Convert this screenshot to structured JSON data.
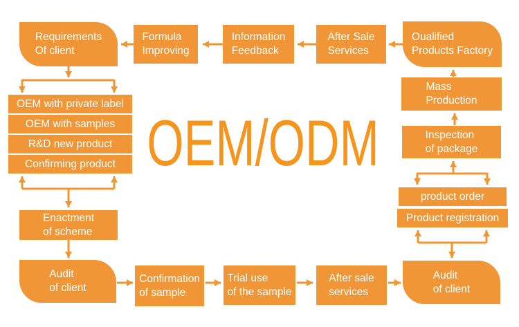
{
  "title": {
    "text": "OEM/ODM"
  },
  "colors": {
    "box_fill": "#F09637",
    "arrow": "#F0952F",
    "title_text": "#F5951E",
    "box_text": "#FFFFFF",
    "background": "#FFFFFF"
  },
  "nodes": {
    "requirements_of_client": {
      "line1": "Requirements",
      "line2": "Of client"
    },
    "formula_improving": {
      "line1": "Formula",
      "line2": "Improving"
    },
    "information_feedback": {
      "line1": "Information",
      "line2": "Feedback"
    },
    "after_sale_services_top": {
      "line1": "After Sale",
      "line2": "Services"
    },
    "oualified_products_factory": {
      "line1": "Oualified",
      "line2": "Products Factory"
    },
    "oem_options": [
      "OEM with private label",
      "OEM with samples",
      "R&D new product",
      "Confirming product"
    ],
    "enactment_of_scheme": {
      "line1": "Enactment",
      "line2": "of scheme"
    },
    "audit_of_client_left": {
      "line1": "Audit",
      "line2": "of client"
    },
    "confirmation_of_sample": {
      "line1": "Confirmation",
      "line2": "of sample"
    },
    "trial_use_of_the_sample": {
      "line1": "Trial use",
      "line2": "of the sample"
    },
    "after_sale_services_bottom": {
      "line1": "After sale",
      "line2": "services"
    },
    "audit_of_client_right": {
      "line1": "Audit",
      "line2": "of client"
    },
    "mass_production": {
      "line1": "Mass",
      "line2": "Production"
    },
    "inspection_of_package": {
      "line1": "Inspection",
      "line2": "of package"
    },
    "product_order": "product order",
    "product_registration": "Product registration"
  }
}
